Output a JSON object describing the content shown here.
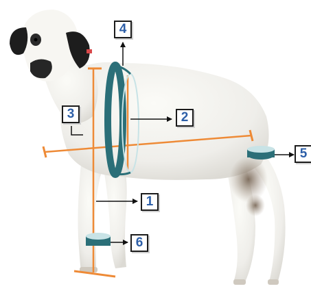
{
  "labels": {
    "one": "1",
    "two": "2",
    "three": "3",
    "four": "4",
    "five": "5",
    "six": "6"
  },
  "colors": {
    "measure_line": "#ee8a36",
    "band": "#2b6f78",
    "band_light": "#c8e3e6",
    "label_text": "#2d5fa8",
    "arrow": "#111111"
  }
}
